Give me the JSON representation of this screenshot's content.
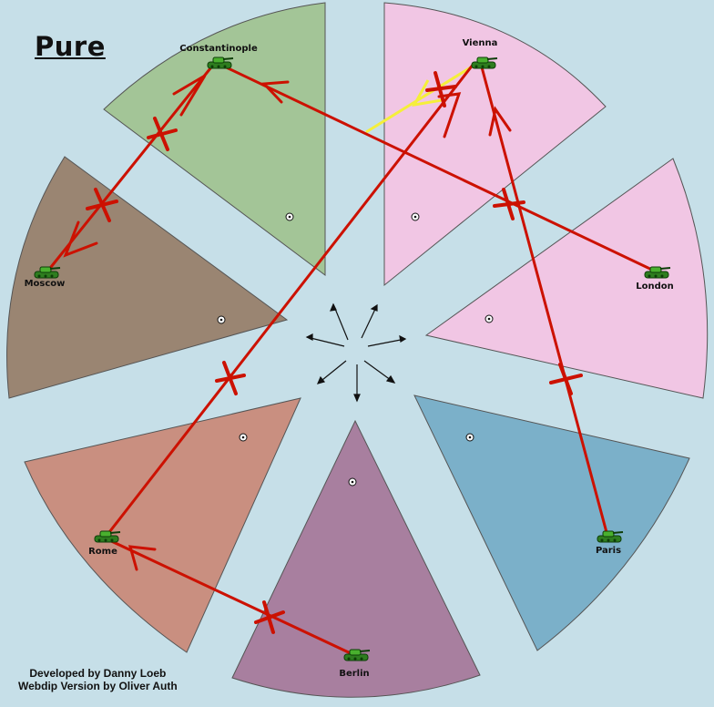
{
  "map": {
    "title": "Pure",
    "credits": {
      "line1": "Developed by Danny Loeb",
      "line2": "Webdip Version by Oliver Auth"
    },
    "territories": [
      {
        "name": "Constantinople",
        "color": "#a3c597"
      },
      {
        "name": "Vienna",
        "color": "#f1c6e4"
      },
      {
        "name": "London",
        "color": "#f1c6e4"
      },
      {
        "name": "Paris",
        "color": "#7bb0c9"
      },
      {
        "name": "Berlin",
        "color": "#a87f9f"
      },
      {
        "name": "Rome",
        "color": "#c98f80"
      },
      {
        "name": "Moscow",
        "color": "#9a8572"
      }
    ],
    "order_color_failed": "#cc1100",
    "order_color_support": "#f5ef3a",
    "unit_type": "army-icon",
    "sea_color": "#c6dfe8"
  }
}
